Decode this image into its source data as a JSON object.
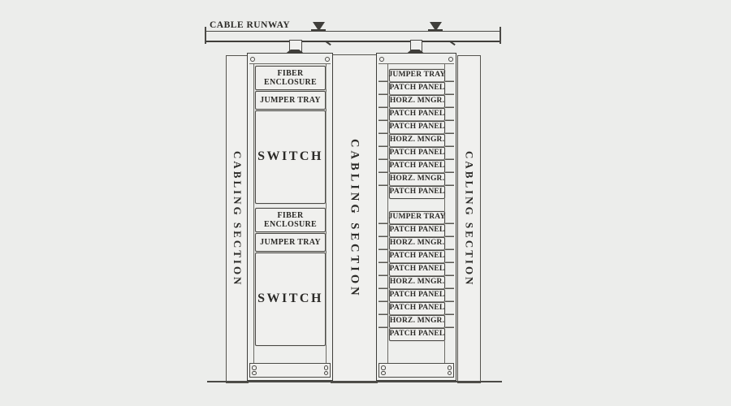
{
  "runway": {
    "label": "CABLE RUNWAY"
  },
  "cabling_section_label": "CABLING SECTION",
  "left_rack": {
    "bays": [
      {
        "fiber_line1": "FIBER",
        "fiber_line2": "ENCLOSURE",
        "jumper_tray": "JUMPER TRAY",
        "switch": "SWITCH"
      },
      {
        "fiber_line1": "FIBER",
        "fiber_line2": "ENCLOSURE",
        "jumper_tray": "JUMPER TRAY",
        "switch": "SWITCH"
      }
    ]
  },
  "right_rack": {
    "rows": [
      "JUMPER TRAY",
      "PATCH PANEL",
      "HORZ. MNGR.",
      "PATCH PANEL",
      "PATCH PANEL",
      "HORZ. MNGR.",
      "PATCH PANEL",
      "PATCH PANEL",
      "HORZ. MNGR.",
      "PATCH PANEL",
      "JUMPER TRAY",
      "PATCH PANEL",
      "HORZ. MNGR.",
      "PATCH PANEL",
      "PATCH PANEL",
      "HORZ. MNGR.",
      "PATCH PANEL",
      "PATCH PANEL",
      "HORZ. MNGR.",
      "PATCH PANEL"
    ]
  },
  "colors": {
    "background": "#ecedeb",
    "panel": "#f0f0ee",
    "line": "#4b4a46",
    "text": "#2b2a27"
  }
}
